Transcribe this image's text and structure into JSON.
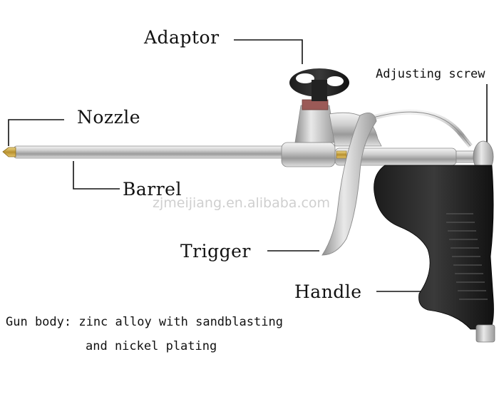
{
  "labels": {
    "adaptor": "Adaptor",
    "adjusting_screw": "Adjusting screw",
    "nozzle": "Nozzle",
    "barrel": "Barrel",
    "trigger": "Trigger",
    "handle": "Handle"
  },
  "watermark": "zjmeijiang.en.alibaba.com",
  "description": {
    "line1": "Gun body: zinc alloy with sandblasting",
    "line2": "and nickel plating"
  }
}
